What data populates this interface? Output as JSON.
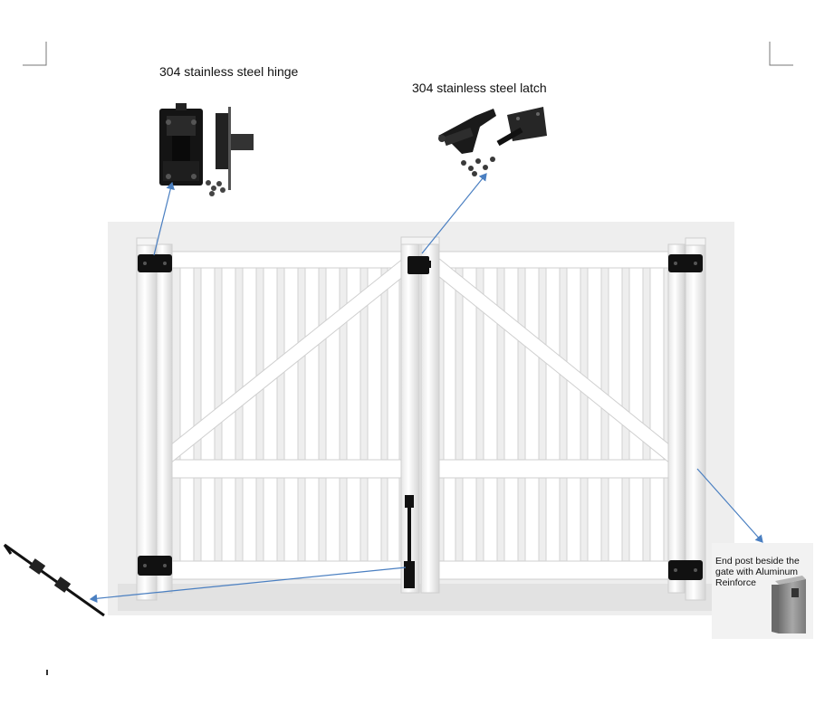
{
  "callouts": {
    "hinge": "304 stainless steel hinge",
    "latch": "304 stainless steel latch",
    "end_post": "End post beside the gate with Aluminum Reinforce"
  },
  "colors": {
    "background_panel": "#eeeeee",
    "vinyl_white": "#ffffff",
    "vinyl_shade": "#dcdcdc",
    "hardware_black": "#111111",
    "arrow_blue": "#4a7fc1",
    "aluminum": "#8a8a8a"
  },
  "icons": [
    "hinge-hardware-icon",
    "latch-hardware-icon",
    "drop-rod-icon",
    "aluminum-insert-icon"
  ]
}
